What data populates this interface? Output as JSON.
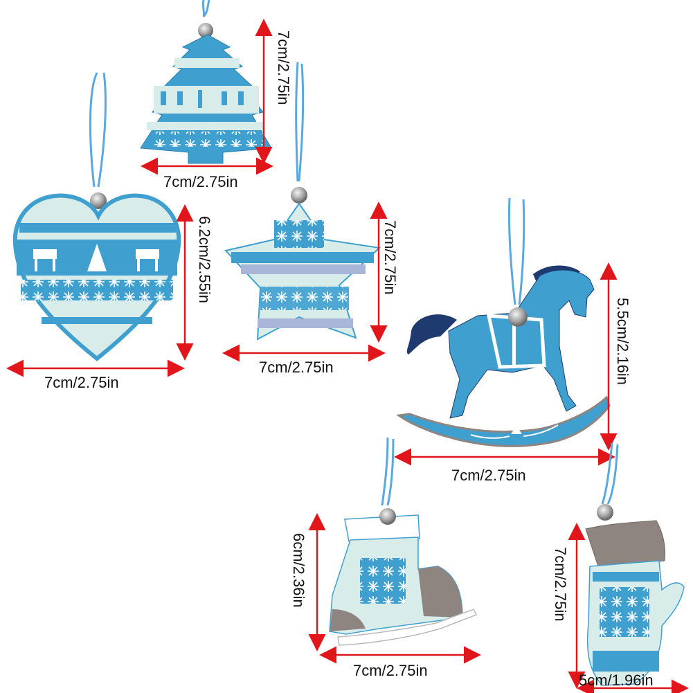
{
  "colors": {
    "accent_blue": "#3fa0d0",
    "dark_navy": "#1f3a6e",
    "pale_mint": "#d8ecea",
    "light_blue": "#a9d4ea",
    "dimension_red": "#e0161b",
    "cord_blue": "#5aa8e0",
    "bell_silver": "#b8b8b8",
    "cuff_taupe": "#8e8580"
  },
  "ornaments": {
    "tree": {
      "width_label": "7cm/2.75in",
      "height_label": "7cm/2.75in"
    },
    "heart": {
      "width_label": "7cm/2.75in",
      "height_label": "6.2cm/2.55in"
    },
    "star": {
      "width_label": "7cm/2.75in",
      "height_label": "7cm/2.75in"
    },
    "horse": {
      "width_label": "7cm/2.75in",
      "height_label": "5.5cm/2.16in"
    },
    "skate": {
      "width_label": "7cm/2.75in",
      "height_label": "6cm/2.36in"
    },
    "mitten": {
      "width_label": "5cm/1.96in",
      "height_label": "7cm/2.75in"
    }
  }
}
